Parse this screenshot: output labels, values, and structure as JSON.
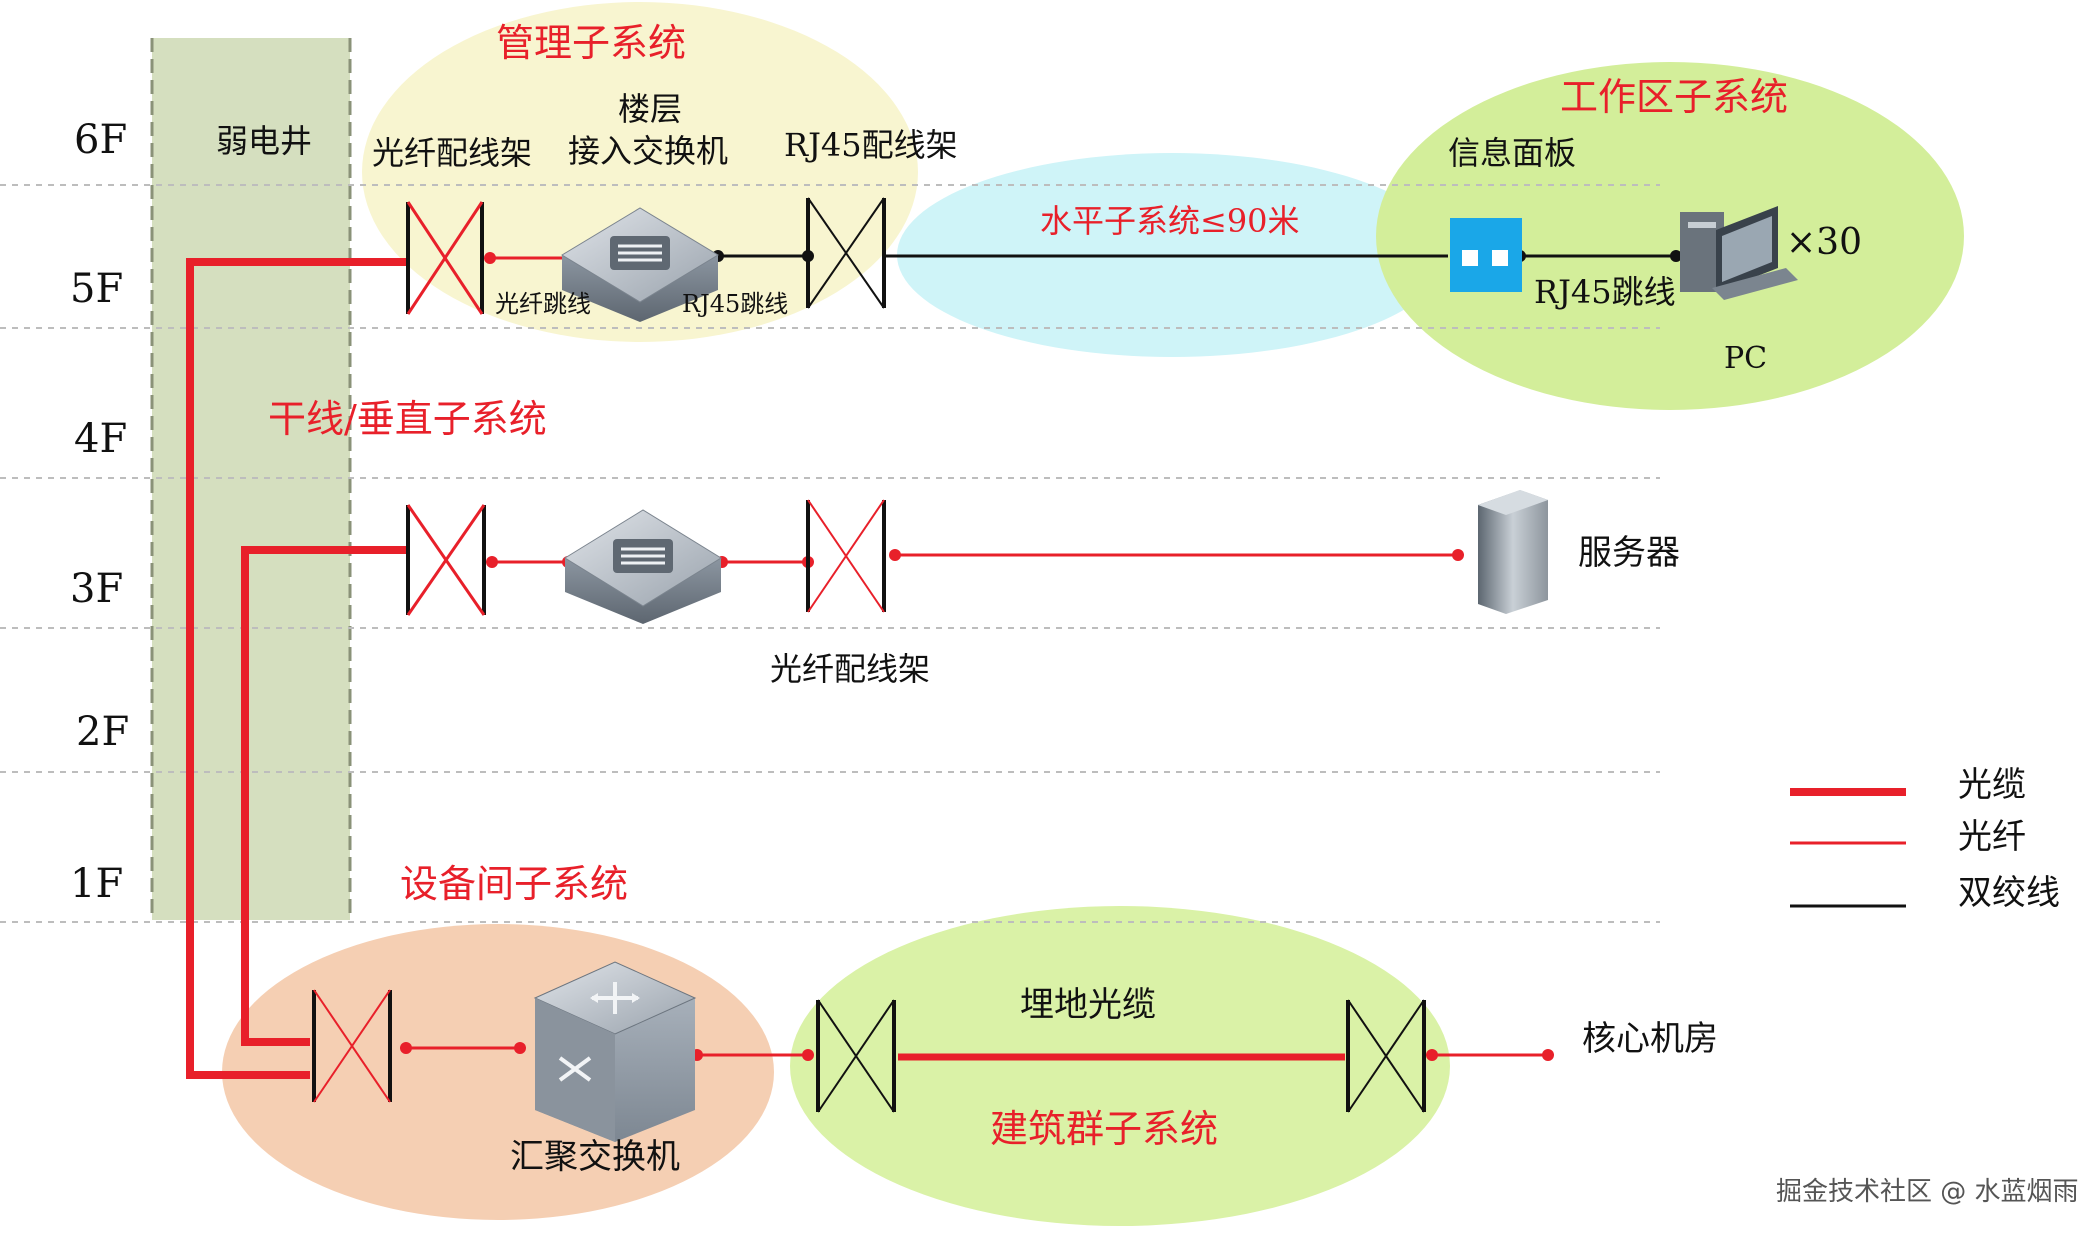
{
  "floors": [
    "6F",
    "5F",
    "4F",
    "3F",
    "2F",
    "1F"
  ],
  "shaft_label": "弱电井",
  "subsystems": {
    "management": "管理子系统",
    "work_area": "工作区子系统",
    "horizontal": "水平子系统≤90米",
    "backbone": "干线/垂直子系统",
    "equipment_room": "设备间子系统",
    "building_group": "建筑群子系统"
  },
  "labels": {
    "fiber_patch_panel_5f": "光纤配线架",
    "floor_switch_line1": "楼层",
    "floor_switch_line2": "接入交换机",
    "rj45_patch_panel": "RJ45配线架",
    "info_panel": "信息面板",
    "fiber_jumper": "光纤跳线",
    "rj45_jumper_switch": "RJ45跳线",
    "rj45_jumper_pc": "RJ45跳线",
    "pc": "PC",
    "pc_count": "×30",
    "server": "服务器",
    "fiber_patch_panel_3f": "光纤配线架",
    "buried_cable": "埋地光缆",
    "aggregation_switch": "汇聚交换机",
    "core_room": "核心机房"
  },
  "legend": [
    {
      "label": "光缆",
      "color": "#e8202a",
      "kind": "cable"
    },
    {
      "label": "光纤",
      "color": "#e8202a",
      "kind": "fiber"
    },
    {
      "label": "双绞线",
      "color": "#111111",
      "kind": "twisted"
    }
  ],
  "colors": {
    "red": "#e8202a",
    "shaft": "#d5dfbf",
    "management_zone": "#f8f5d0",
    "work_zone": "#d3ee9a",
    "horizontal_zone": "#cff4f8",
    "equipment_zone": "#f5cfb3",
    "building_zone": "#daf2a7",
    "info_panel": "#1aa7e8"
  },
  "watermark": "掘金技术社区 @ 水蓝烟雨"
}
